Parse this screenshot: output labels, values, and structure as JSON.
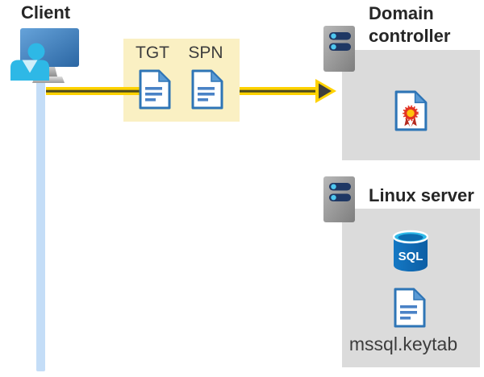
{
  "colors": {
    "highlight_box": "#FAF0C3",
    "panel_gray": "#DBDBDB",
    "arrow_yellow": "#FFD200",
    "arrow_core": "#3E3E3E",
    "timeline_blue": "#C4DDF7",
    "document_blue": "#2E75B6",
    "server_navy": "#1F3864",
    "server_dot_cyan": "#4EC8F0",
    "certificate_red": "#E23323",
    "certificate_gold": "#FFC20E",
    "sql_body_blue": "#1068B4",
    "sql_top_cyan": "#2FB9E8",
    "heading_text": "#262626",
    "muted_text": "#3D3D3D"
  },
  "client": {
    "label": "Client",
    "icon": "user-workstation-icon"
  },
  "ticket_box": {
    "items": [
      {
        "label": "TGT",
        "icon": "document-icon"
      },
      {
        "label": "SPN",
        "icon": "document-icon"
      }
    ]
  },
  "domain_controller": {
    "label": "Domain\ncontroller",
    "server_icon": "server-icon",
    "content_icon": "certificate-icon"
  },
  "linux_server": {
    "label": "Linux server",
    "server_icon": "server-icon",
    "database_icon": "sql-database-icon",
    "database_icon_label": "SQL",
    "file_icon": "document-icon",
    "file_label": "mssql.keytab"
  }
}
